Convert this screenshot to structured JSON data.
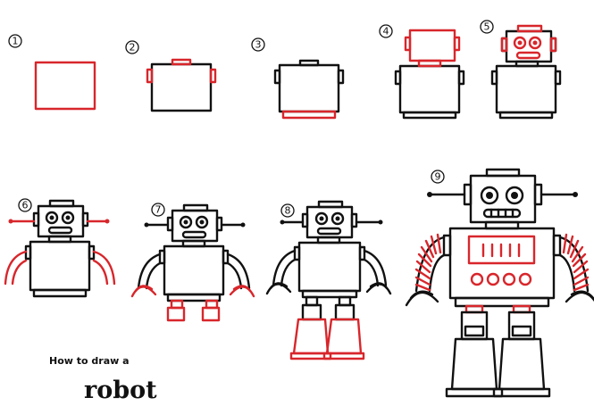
{
  "steps": [
    "1",
    "2",
    "3",
    "4",
    "5",
    "6",
    "7",
    "8",
    "9"
  ],
  "title": {
    "line1": "How to draw a",
    "line2": "robot"
  },
  "colors": {
    "outline": "#111111",
    "highlight": "#d8262b",
    "background": "#ffffff"
  }
}
